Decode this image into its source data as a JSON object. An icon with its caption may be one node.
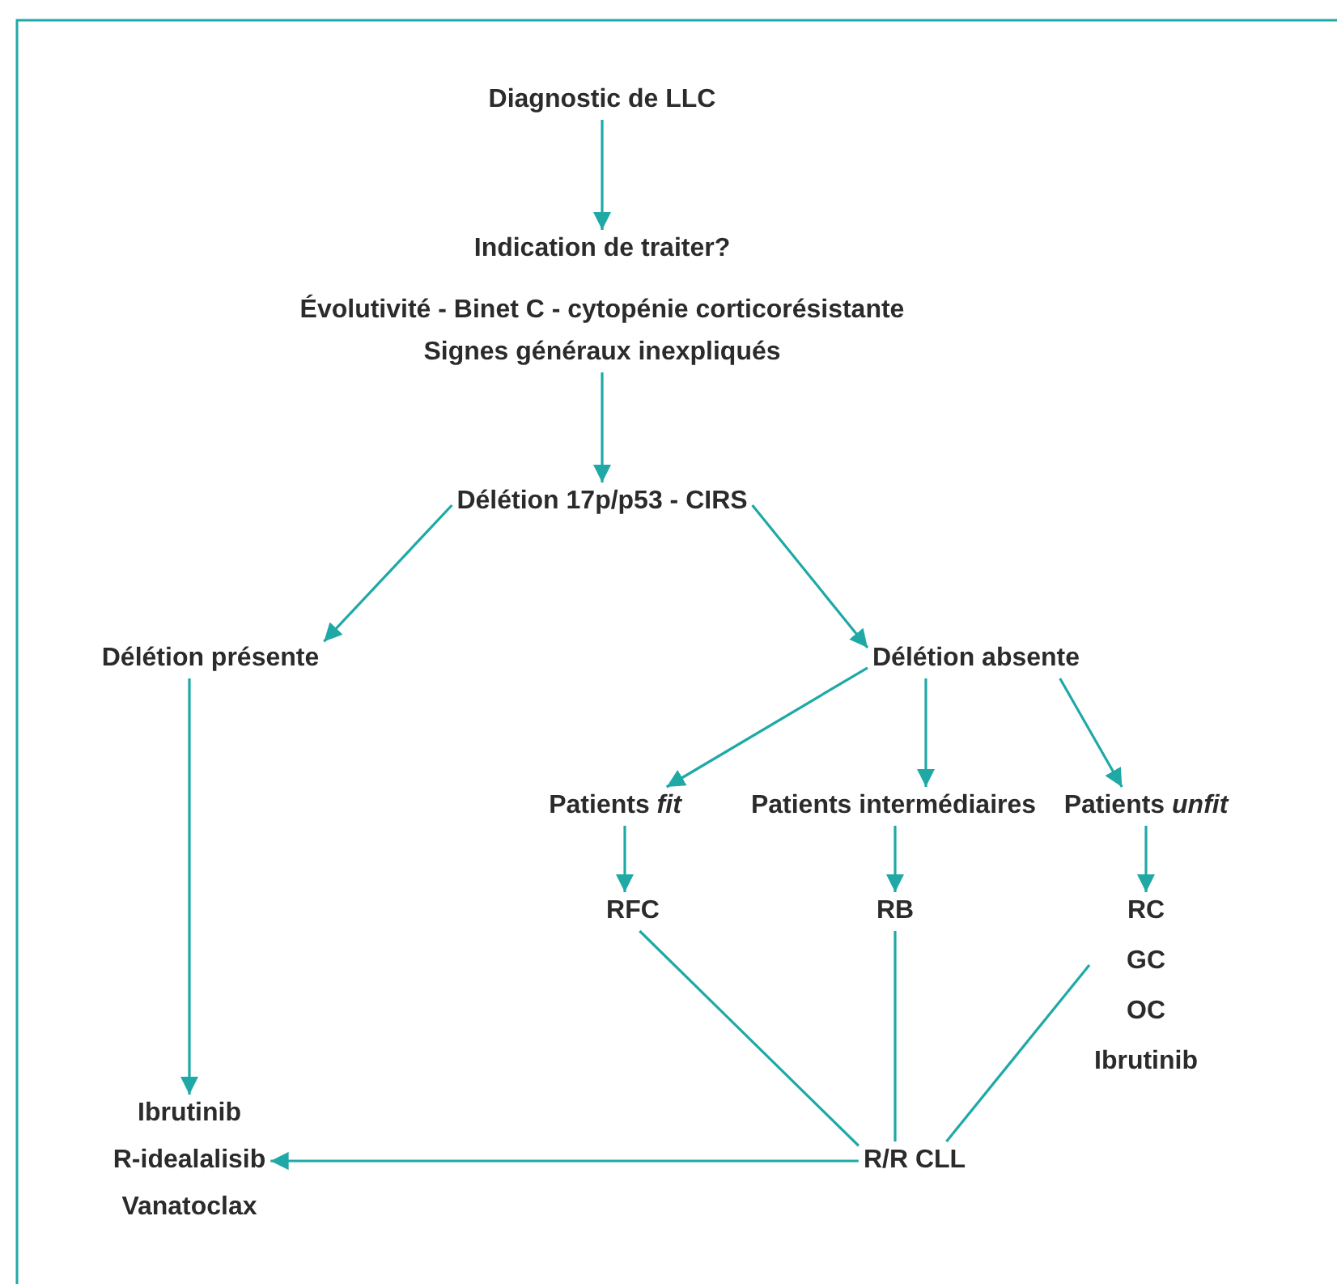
{
  "diagram": {
    "nodes": [
      {
        "text": [
          "Diagnostic de LLC"
        ]
      },
      {
        "text": [
          "Indication de traiter?",
          "Évolutivité - Binet C - cytopénie corticorésistante",
          "Signes généraux inexpliqués"
        ]
      },
      {
        "text": [
          "Délétion 17p/p53 - CIRS"
        ]
      },
      {
        "text": [
          "Délétion présente"
        ]
      },
      {
        "text": [
          "Délétion absente"
        ]
      },
      {
        "text": [
          "Patients *fit*"
        ]
      },
      {
        "text": [
          "Patients intermédiaires"
        ]
      },
      {
        "text": [
          "Patients *unfit*"
        ]
      },
      {
        "text": [
          "RFC"
        ]
      },
      {
        "text": [
          "RB"
        ]
      },
      {
        "text": [
          "RC",
          "GC",
          "OC",
          "Ibrutinib"
        ]
      },
      {
        "text": [
          "Ibrutinib",
          "R-idealalisib",
          "Vanatoclax"
        ]
      },
      {
        "text": [
          "R/R CLL"
        ]
      }
    ],
    "edges": [
      {
        "from": 0,
        "to": 1,
        "arrow": "to"
      },
      {
        "from": 1,
        "to": 2,
        "arrow": "to"
      },
      {
        "from": 2,
        "to": 3,
        "arrow": "to"
      },
      {
        "from": 2,
        "to": 4,
        "arrow": "to"
      },
      {
        "from": 3,
        "to": 11,
        "arrow": "to"
      },
      {
        "from": 4,
        "to": 5,
        "arrow": "to"
      },
      {
        "from": 4,
        "to": 6,
        "arrow": "to"
      },
      {
        "from": 4,
        "to": 7,
        "arrow": "to"
      },
      {
        "from": 5,
        "to": 8,
        "arrow": "to"
      },
      {
        "from": 6,
        "to": 9,
        "arrow": "to"
      },
      {
        "from": 7,
        "to": 10,
        "arrow": "to"
      },
      {
        "from": 8,
        "to": 12,
        "arrow": "none"
      },
      {
        "from": 9,
        "to": 12,
        "arrow": "none"
      },
      {
        "from": 10,
        "to": 12,
        "arrow": "none"
      },
      {
        "from": 12,
        "to": 11,
        "arrow": "to"
      }
    ]
  }
}
